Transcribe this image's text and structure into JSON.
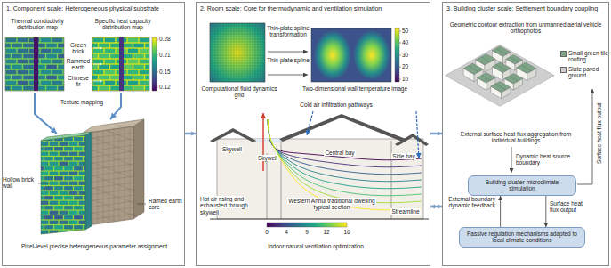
{
  "diagram": {
    "nodes": [
      {
        "text": [
          "1. Component scale: Heterogeneous physical substrate"
        ]
      },
      {
        "text": [
          "2. Room scale: Core for thermodynamic and ventilation simulation"
        ]
      },
      {
        "text": [
          "3. Building cluster scale: Settlement boundary coupling"
        ]
      },
      {
        "text": [
          "Building cluster microclimate simulation"
        ],
        "in": 2
      },
      {
        "text": [
          "Passive regulation mechanisms adapted to local climate conditions"
        ],
        "in": 2
      }
    ],
    "edges": [
      {
        "from": 0,
        "to": 1,
        "arrow": "to"
      },
      {
        "from": 1,
        "to": 2,
        "arrow": "to"
      },
      {
        "from": 1,
        "to": 2,
        "arrow": "both"
      },
      {
        "from": 3,
        "to": 4,
        "arrow": "to",
        "label": "Surface heat flux output"
      },
      {
        "from": 4,
        "to": 3,
        "arrow": "to",
        "label": "External boundary dynamic feedback"
      }
    ],
    "labels": [
      "Thermal conductivity distribution map",
      "Specific heat capacity distribution map",
      "0.28",
      "0.21",
      "0.15",
      "0.12",
      "Green brick",
      "Rammed earth",
      "Chinese fir",
      "Texture mapping",
      "Hollow brick wall",
      "Ramed earth core",
      "Pixel-level precise heterogeneous parameter assignment",
      "Computational fluid dynamics grid",
      "Thin-plate spline transformation",
      "Thin-plate spline",
      "Two-dimensional wall temperature image",
      "50",
      "40",
      "30",
      "20",
      "10",
      "Cold air infiltration pathways",
      "Skywell",
      "Skywell",
      "Central bay",
      "Side bay",
      "Hot air rising and exhausted through skywell",
      "Western Anhui traditional dwelling typical section",
      "Streamline",
      "0",
      "4",
      "9",
      "12",
      "16",
      "Indoor natural ventilation optimization",
      "Geometric contour extraction from unmanned aerial vehicle orthophotos",
      "External surface heat flux aggregation from individual buildings",
      "Dynamic heat source boundary",
      "Surface heat flux output"
    ],
    "legend": [
      {
        "text": "Small green tile roofing",
        "color": "#7ea487"
      },
      {
        "text": "Slate paved ground",
        "color": "#cfcfcf"
      }
    ]
  }
}
